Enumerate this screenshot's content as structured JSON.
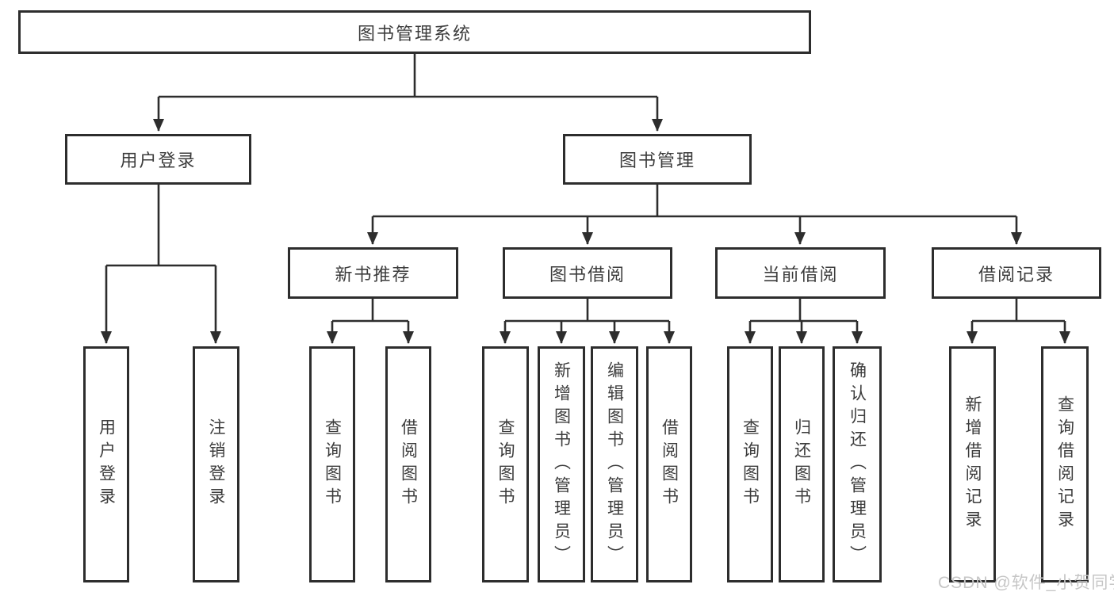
{
  "diagram": {
    "type": "hierarchy-tree",
    "watermark": "CSDN @软件_小贺同学",
    "colors": {
      "line": "#2d2d2d",
      "box_border": "#2d2d2d",
      "box_fill": "#ffffff",
      "text": "#3c3c3c",
      "background": "#ffffff",
      "watermark": "#c6c6c6"
    },
    "root": {
      "label": "图书管理系统",
      "children": [
        {
          "label": "用户登录",
          "children": [
            {
              "label": "用户登录"
            },
            {
              "label": "注销登录"
            }
          ]
        },
        {
          "label": "图书管理",
          "children": [
            {
              "label": "新书推荐",
              "children": [
                {
                  "label": "查询图书"
                },
                {
                  "label": "借阅图书"
                }
              ]
            },
            {
              "label": "图书借阅",
              "children": [
                {
                  "label": "查询图书"
                },
                {
                  "label": "新增图书（管理员）"
                },
                {
                  "label": "编辑图书（管理员）"
                },
                {
                  "label": "借阅图书"
                }
              ]
            },
            {
              "label": "当前借阅",
              "children": [
                {
                  "label": "查询图书"
                },
                {
                  "label": "归还图书"
                },
                {
                  "label": "确认归还（管理员）"
                }
              ]
            },
            {
              "label": "借阅记录",
              "children": [
                {
                  "label": "新增借阅记录"
                },
                {
                  "label": "查询借阅记录"
                }
              ]
            }
          ]
        }
      ]
    }
  }
}
